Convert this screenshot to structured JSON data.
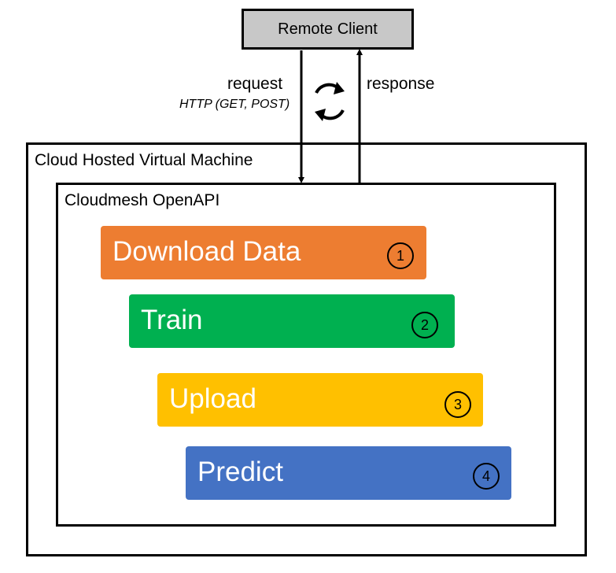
{
  "remote_client": {
    "label": "Remote Client"
  },
  "request": {
    "label": "request",
    "protocol": "HTTP (GET, POST)"
  },
  "response": {
    "label": "response"
  },
  "vm": {
    "label": "Cloud Hosted Virtual Machine"
  },
  "api": {
    "label": "Cloudmesh OpenAPI"
  },
  "steps": [
    {
      "label": "Download Data",
      "number": "1",
      "color": "#ed7d31"
    },
    {
      "label": "Train",
      "number": "2",
      "color": "#00b050"
    },
    {
      "label": "Upload",
      "number": "3",
      "color": "#ffc000"
    },
    {
      "label": "Predict",
      "number": "4",
      "color": "#4472c4"
    }
  ],
  "icons": {
    "cycle": "refresh-cycle-icon"
  }
}
